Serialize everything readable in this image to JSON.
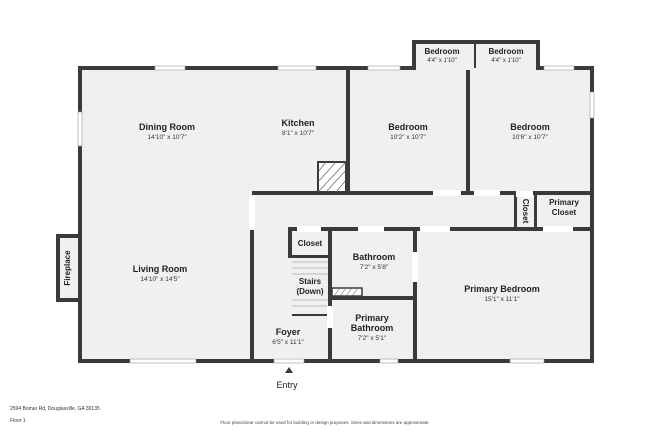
{
  "rooms": {
    "dining_room": {
      "name": "Dining Room",
      "dims": "14'10\" x 10'7\""
    },
    "kitchen": {
      "name": "Kitchen",
      "dims": "8'1\" x 10'7\""
    },
    "bedroom_1": {
      "name": "Bedroom",
      "dims": "10'2\" x 10'7\""
    },
    "bedroom_2": {
      "name": "Bedroom",
      "dims": "10'6\" x 10'7\""
    },
    "bedroom_closet_1": {
      "name": "Bedroom",
      "dims": "4'4\" x 1'10\""
    },
    "bedroom_closet_2": {
      "name": "Bedroom",
      "dims": "4'4\" x 1'10\""
    },
    "living_room": {
      "name": "Living Room",
      "dims": "14'10\" x 14'5\""
    },
    "fireplace": {
      "name": "Fireplace"
    },
    "closet_hall": {
      "name": "Closet"
    },
    "closet_side": {
      "name": "Closet"
    },
    "primary_closet": {
      "name_line1": "Primary",
      "name_line2": "Closet"
    },
    "stairs": {
      "name_line1": "Stairs",
      "name_line2": "(Down)"
    },
    "bathroom": {
      "name": "Bathroom",
      "dims": "7'2\" x 5'8\""
    },
    "primary_bedroom": {
      "name": "Primary Bedroom",
      "dims": "15'1\" x 11'1\""
    },
    "foyer": {
      "name": "Foyer",
      "dims": "6'5\" x 11'1\""
    },
    "primary_bathroom": {
      "name_line1": "Primary",
      "name_line2": "Bathroom",
      "dims": "7'2\" x 5'1\""
    }
  },
  "entry_label": "Entry",
  "footer": {
    "address": "2594 Bomar Rd, Douglasville, GA 30135",
    "floor": "Floor 1",
    "disclaimer": "Floor plans/clear cannot be used for building or design purposes. Sizes and dimensions are approximate."
  },
  "colors": {
    "wall": "#3a3a3a",
    "floor": "#f0f0f0",
    "background": "#ffffff"
  }
}
